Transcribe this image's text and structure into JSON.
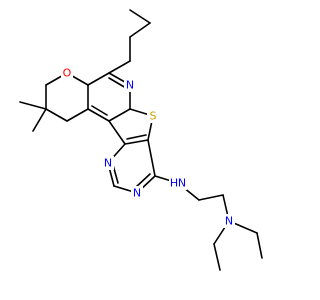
{
  "figure": {
    "atoms": {
      "ring_o": {
        "symbol": "O",
        "color": "#ff0000"
      },
      "ring_n": {
        "symbol": "N",
        "color": "#0000ff"
      },
      "s": {
        "symbol": "S",
        "color": "#c8a000"
      },
      "pyr_n1": {
        "symbol": "N",
        "color": "#0000ff"
      },
      "pyr_n2": {
        "symbol": "N",
        "color": "#0000ff"
      },
      "nh": {
        "symbol": "N",
        "color": "#0000ff"
      },
      "nh_h": {
        "symbol": "H",
        "color": "#0000ff"
      },
      "amine_n": {
        "symbol": "N",
        "color": "#0000ff"
      }
    },
    "bond_color": "#000000"
  }
}
